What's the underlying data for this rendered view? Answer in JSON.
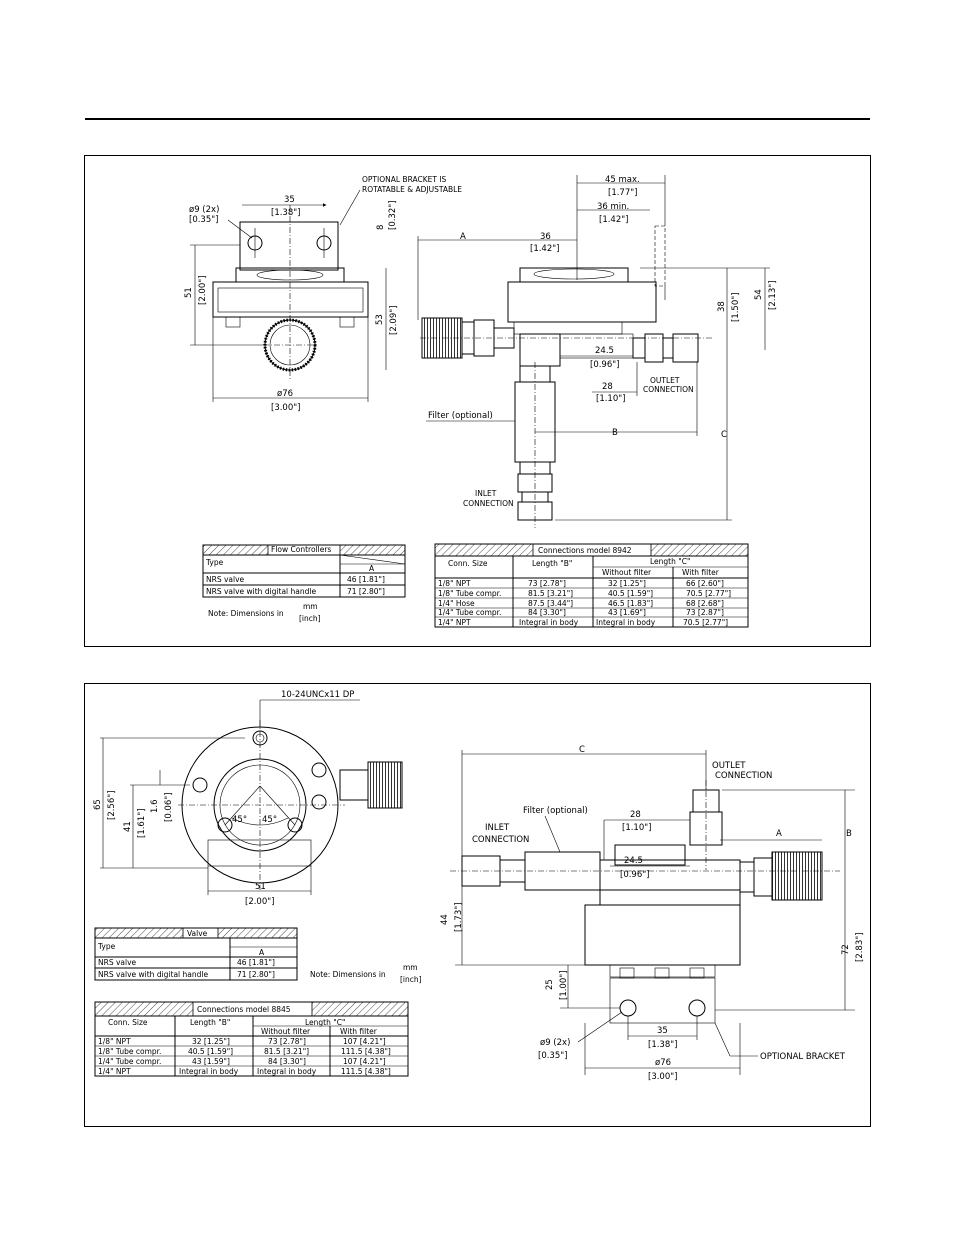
{
  "top_view": {
    "bracket_note": [
      "OPTIONAL BRACKET IS",
      "ROTATABLE & ADJUSTABLE"
    ],
    "holes": [
      "ø9 (2x)",
      "[0.35\"]"
    ],
    "dims": {
      "d35": "35",
      "d35_in": "[1.38\"]",
      "d8": "8",
      "d8_in": "[0.32\"]",
      "d51": "51",
      "d51_in": "[2.00\"]",
      "d53": "53",
      "d53_in": "[2.09\"]",
      "d76": "ø76",
      "d76_in": "[3.00\"]"
    }
  },
  "side_view_8942": {
    "dims": {
      "d45": "45 max.",
      "d45_in": "[1.77\"]",
      "d36min": "36 min.",
      "d36min_in": "[1.42\"]",
      "dA": "A",
      "d36": "36",
      "d36_in": "[1.42\"]",
      "d38": "38",
      "d38_in": "[1.50\"]",
      "d54": "54",
      "d54_in": "[2.13\"]",
      "d245": "24.5",
      "d245_in": "[0.96\"]",
      "d28": "28",
      "d28_in": "[1.10\"]",
      "dB": "B",
      "dC": "C"
    },
    "outlet": [
      "OUTLET",
      "CONNECTION"
    ],
    "filter": "Filter (optional)",
    "inlet": [
      "INLET",
      "CONNECTION"
    ]
  },
  "flow_table": {
    "title": "Flow Controllers",
    "type_header": "Type",
    "col_a": "A",
    "rows": [
      {
        "type": "NRS valve",
        "a": "46 [1.81\"]"
      },
      {
        "type": "NRS valve with digital handle",
        "a": "71 [2.80\"]"
      }
    ],
    "note_label": "Note:  Dimensions in",
    "note_mm": "mm",
    "note_inch": "[inch]"
  },
  "conn_table_8942": {
    "title": "Connections model 8942",
    "h_size": "Conn. Size",
    "h_b": "Length \"B\"",
    "h_c": "Length \"C\"",
    "h_without": "Without filter",
    "h_with": "With filter",
    "rows": [
      {
        "size": "1/8\" NPT",
        "b": "73 [2.78\"]",
        "wo": "32 [1.25\"]",
        "w": "66 [2.60\"]"
      },
      {
        "size": "1/8\" Tube compr.",
        "b": "81.5 [3.21\"]",
        "wo": "40.5 [1.59\"]",
        "w": "70.5 [2.77\"]"
      },
      {
        "size": "1/4\" Hose",
        "b": "87.5 [3.44\"]",
        "wo": "46.5 [1.83\"]",
        "w": "68 [2.68\"]"
      },
      {
        "size": "1/4\" Tube compr.",
        "b": "84 [3.30\"]",
        "wo": "43 [1.69\"]",
        "w": "73 [2.87\"]"
      },
      {
        "size": "1/4\" NPT",
        "b": "Integral in body",
        "wo": "Integral in body",
        "w": "70.5 [2.77\"]"
      }
    ]
  },
  "front_view_8845": {
    "thread": "10-24UNCx11 DP",
    "dims": {
      "d65": "65",
      "d65_in": "[2.56\"]",
      "d41": "41",
      "d41_in": "[1.61\"]",
      "d16": "1.6",
      "d16_in": "[0.06\"]",
      "a45a": "45°",
      "a45b": "45°",
      "d51": "51",
      "d51_in": "[2.00\"]"
    }
  },
  "valve_table": {
    "title": "Valve",
    "type_header": "Type",
    "col_a": "A",
    "rows": [
      {
        "type": "NRS valve",
        "a": "46 [1.81\"]"
      },
      {
        "type": "NRS valve with digital handle",
        "a": "71 [2.80\"]"
      }
    ],
    "note_label": "Note:  Dimensions in",
    "note_mm": "mm",
    "note_inch": "[inch]"
  },
  "conn_table_8845": {
    "title": "Connections model 8845",
    "h_size": "Conn. Size",
    "h_b": "Length \"B\"",
    "h_c": "Length \"C\"",
    "h_without": "Without filter",
    "h_with": "With filter",
    "rows": [
      {
        "size": "1/8\" NPT",
        "b": "32 [1.25\"]",
        "wo": "73 [2.78\"]",
        "w": "107 [4.21\"]"
      },
      {
        "size": "1/8\" Tube compr.",
        "b": "40.5 [1.59\"]",
        "wo": "81.5 [3.21\"]",
        "w": "111.5 [4.38\"]"
      },
      {
        "size": "1/4\" Tube compr.",
        "b": "43 [1.59\"]",
        "wo": "84 [3.30\"]",
        "w": "107 [4.21\"]"
      },
      {
        "size": "1/4\" NPT",
        "b": "Integral in body",
        "wo": "Integral in body",
        "w": "111.5 [4.38\"]"
      }
    ]
  },
  "side_view_8845": {
    "dims": {
      "dC": "C",
      "d28": "28",
      "d28_in": "[1.10\"]",
      "dA": "A",
      "dB": "B",
      "d245": "24.5",
      "d245_in": "[0.96\"]",
      "d44": "44",
      "d44_in": "[1.73\"]",
      "d72": "72",
      "d72_in": "[2.83\"]",
      "d25": "25",
      "d25_in": "[1.00\"]",
      "d35": "35",
      "d35_in": "[1.38\"]",
      "d76": "ø76",
      "d76_in": "[3.00\"]"
    },
    "outlet": [
      "OUTLET",
      "CONNECTION"
    ],
    "filter": "Filter (optional)",
    "inlet": [
      "INLET",
      "CONNECTION"
    ],
    "holes": [
      "ø9 (2x)",
      "[0.35\"]"
    ],
    "bracket": "OPTIONAL BRACKET"
  }
}
